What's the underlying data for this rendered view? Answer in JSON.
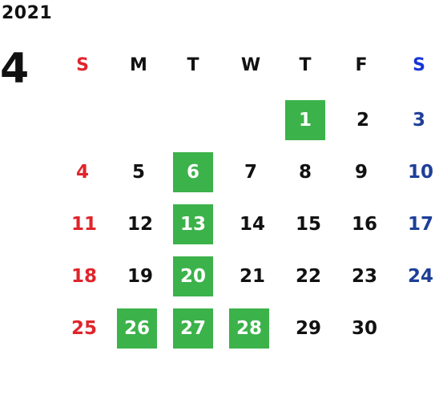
{
  "calendar": {
    "year": "2021",
    "month": "4",
    "weekdays": [
      "S",
      "M",
      "T",
      "W",
      "T",
      "F",
      "S"
    ],
    "weeks": [
      [
        "",
        "",
        "",
        "",
        "1",
        "2",
        "3"
      ],
      [
        "4",
        "5",
        "6",
        "7",
        "8",
        "9",
        "10"
      ],
      [
        "11",
        "12",
        "13",
        "14",
        "15",
        "16",
        "17"
      ],
      [
        "18",
        "19",
        "20",
        "21",
        "22",
        "23",
        "24"
      ],
      [
        "25",
        "26",
        "27",
        "28",
        "29",
        "30",
        ""
      ]
    ],
    "highlighted_days": [
      "1",
      "6",
      "13",
      "20",
      "26",
      "27",
      "28"
    ],
    "colors": {
      "sunday": "#e0242b",
      "saturday": "#1e3f99",
      "saturday_header": "#1736d6",
      "highlight": "#3cb24a",
      "text": "#111111"
    }
  }
}
